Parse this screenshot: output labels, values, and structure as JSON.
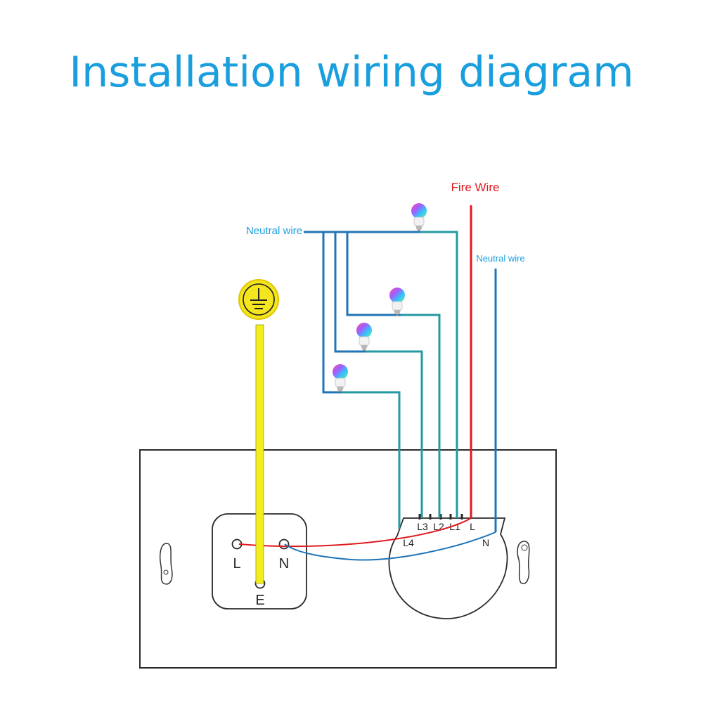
{
  "title": "Installation wiring diagram",
  "labels": {
    "fire_wire": "Fire Wire",
    "neutral_wire_left": "Neutral wire",
    "neutral_wire_right": "Neutral wire"
  },
  "socket": {
    "live": "L",
    "neutral": "N",
    "earth": "E"
  },
  "switch_terminals": {
    "l3": "L3",
    "l2": "L2",
    "l1": "L1",
    "l": "L",
    "l4": "L4",
    "n": "N"
  },
  "colors": {
    "title": "#1a9fde",
    "fire_wire": "#e0191f",
    "neutral_wire": "#1f74b8",
    "load_wire": "#239aa0",
    "earth_wire": "#f2ee1c",
    "ground_symbol_fill": "#f4e51e"
  },
  "icons": [
    "ground-icon",
    "bulb-icon"
  ]
}
